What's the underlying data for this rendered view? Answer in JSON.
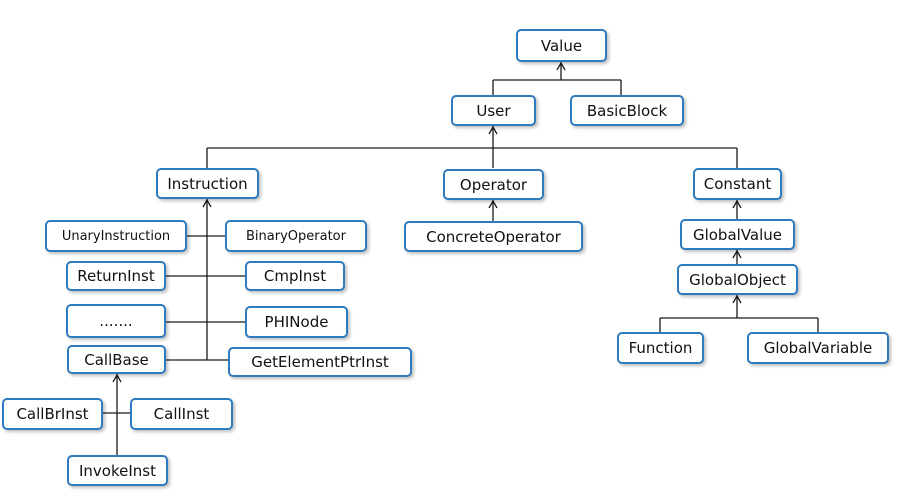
{
  "diagram": {
    "nodes": {
      "value": "Value",
      "user": "User",
      "basic_block": "BasicBlock",
      "instruction": "Instruction",
      "operator": "Operator",
      "constant": "Constant",
      "unary_instruction": "UnaryInstruction",
      "binary_operator": "BinaryOperator",
      "concrete_operator": "ConcreteOperator",
      "global_value": "GlobalValue",
      "return_inst": "ReturnInst",
      "cmp_inst": "CmpInst",
      "global_object": "GlobalObject",
      "ellipsis": ".......",
      "phi_node": "PHINode",
      "function": "Function",
      "global_variable": "GlobalVariable",
      "call_base": "CallBase",
      "get_element_ptr_inst": "GetElementPtrInst",
      "call_br_inst": "CallBrInst",
      "call_inst": "CallInst",
      "invoke_inst": "InvokeInst"
    },
    "inheritance": [
      {
        "child": "User",
        "parent": "Value"
      },
      {
        "child": "BasicBlock",
        "parent": "Value"
      },
      {
        "child": "Instruction",
        "parent": "User"
      },
      {
        "child": "Operator",
        "parent": "User"
      },
      {
        "child": "Constant",
        "parent": "User"
      },
      {
        "child": "ConcreteOperator",
        "parent": "Operator"
      },
      {
        "child": "GlobalValue",
        "parent": "Constant"
      },
      {
        "child": "GlobalObject",
        "parent": "GlobalValue"
      },
      {
        "child": "Function",
        "parent": "GlobalObject"
      },
      {
        "child": "GlobalVariable",
        "parent": "GlobalObject"
      },
      {
        "child": "UnaryInstruction",
        "parent": "Instruction"
      },
      {
        "child": "BinaryOperator",
        "parent": "Instruction"
      },
      {
        "child": "ReturnInst",
        "parent": "Instruction"
      },
      {
        "child": "CmpInst",
        "parent": "Instruction"
      },
      {
        "child": ".......",
        "parent": "Instruction"
      },
      {
        "child": "PHINode",
        "parent": "Instruction"
      },
      {
        "child": "CallBase",
        "parent": "Instruction"
      },
      {
        "child": "GetElementPtrInst",
        "parent": "Instruction"
      },
      {
        "child": "CallBrInst",
        "parent": "CallBase"
      },
      {
        "child": "CallInst",
        "parent": "CallBase"
      },
      {
        "child": "InvokeInst",
        "parent": "CallBase"
      }
    ]
  }
}
